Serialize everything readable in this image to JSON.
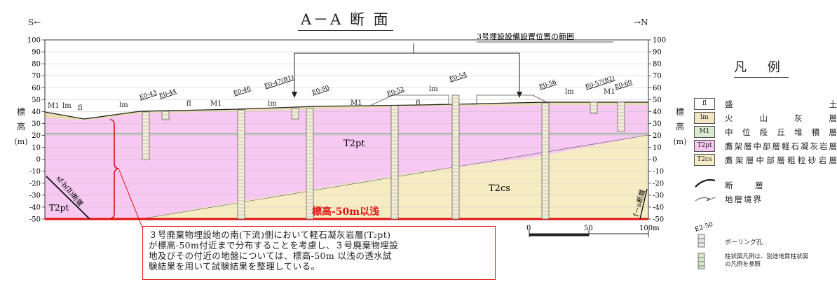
{
  "title": "A－A 断 面",
  "dir_south": "S←",
  "dir_north": "→N",
  "range_label": "3号埋設設備設置位置の範囲",
  "y_axis": {
    "ticks": [
      "100",
      "90",
      "80",
      "70",
      "60",
      "50",
      "40",
      "30",
      "20",
      "10",
      "0",
      "-10",
      "-20",
      "-30",
      "-40",
      "-50"
    ],
    "label_chars": [
      "標",
      "高",
      "(m)"
    ]
  },
  "scale_bar": {
    "labels": [
      "0",
      "50",
      "100m"
    ]
  },
  "boreholes": [
    "E0-43",
    "E0-44",
    "E0-46",
    "E0-47(B1)",
    "E0-50",
    "E0-52",
    "E0-54",
    "E0-56",
    "E0-57(B2)",
    "E0-60"
  ],
  "layer_labels": {
    "m1_left": "M1",
    "lm_left": "lm",
    "fl_left": "fl",
    "lm_2": "lm",
    "fl_2": "fl",
    "m1_2": "M1",
    "lm_3": "lm",
    "m1_3": "M1",
    "fl_3": "fl",
    "lm_4": "lm",
    "lm_5": "lm",
    "m1_5": "M1",
    "t2pt_center": "T2pt",
    "t2cs": "T2cs",
    "t2pt_left": "T2pt",
    "fault_left": "sf-b(Ⅱ)断層",
    "fault_right": "f－a断層"
  },
  "red_label": "標高-50m以浅",
  "note_lines": [
    "３号廃棄物埋設地の南(下流)側において軽石凝灰岩層(T₂pt)",
    "が標高-50m付近まで分布することを考慮し、３号廃棄物埋設",
    "地及びその付近の地盤については、標高-50m 以浅の透水試",
    "験結果を用いて試験結果を整理している。"
  ],
  "legend": {
    "title": "凡 例",
    "items": [
      {
        "code": "fl",
        "label": [
          "盛",
          "土"
        ],
        "color": "#ffffff"
      },
      {
        "code": "lm",
        "label": [
          "火",
          "山",
          "灰",
          "層"
        ],
        "color": "#f0e6c4"
      },
      {
        "code": "M1",
        "label": [
          "中",
          "位",
          "段",
          "丘",
          "堆",
          "積",
          "層"
        ],
        "color": "#d9ead3"
      },
      {
        "code": "T2pt",
        "label": [
          "鷹",
          "架",
          "層",
          "中",
          "部",
          "層",
          "軽",
          "石",
          "凝",
          "灰",
          "岩",
          "層"
        ],
        "color": "#f7c8f2"
      },
      {
        "code": "T2cs",
        "label": [
          "鷹",
          "架",
          "層",
          "中",
          "部",
          "層",
          "粗",
          "粒",
          "砂",
          "岩",
          "層"
        ],
        "color": "#f6ecc4"
      }
    ],
    "fault": "断　層",
    "boundary": "地層境界",
    "borehole_code": "E2-50",
    "borehole": "ボーリング孔",
    "column_note_1": "柱状図凡例は、別途地質柱状図",
    "column_note_2": "の凡例を参照"
  },
  "colors": {
    "t2pt": "#f7c8f2",
    "t2cs": "#f6ecc4",
    "lm": "#e8dcb0",
    "red": "#e01010",
    "green": "#3cb043"
  }
}
